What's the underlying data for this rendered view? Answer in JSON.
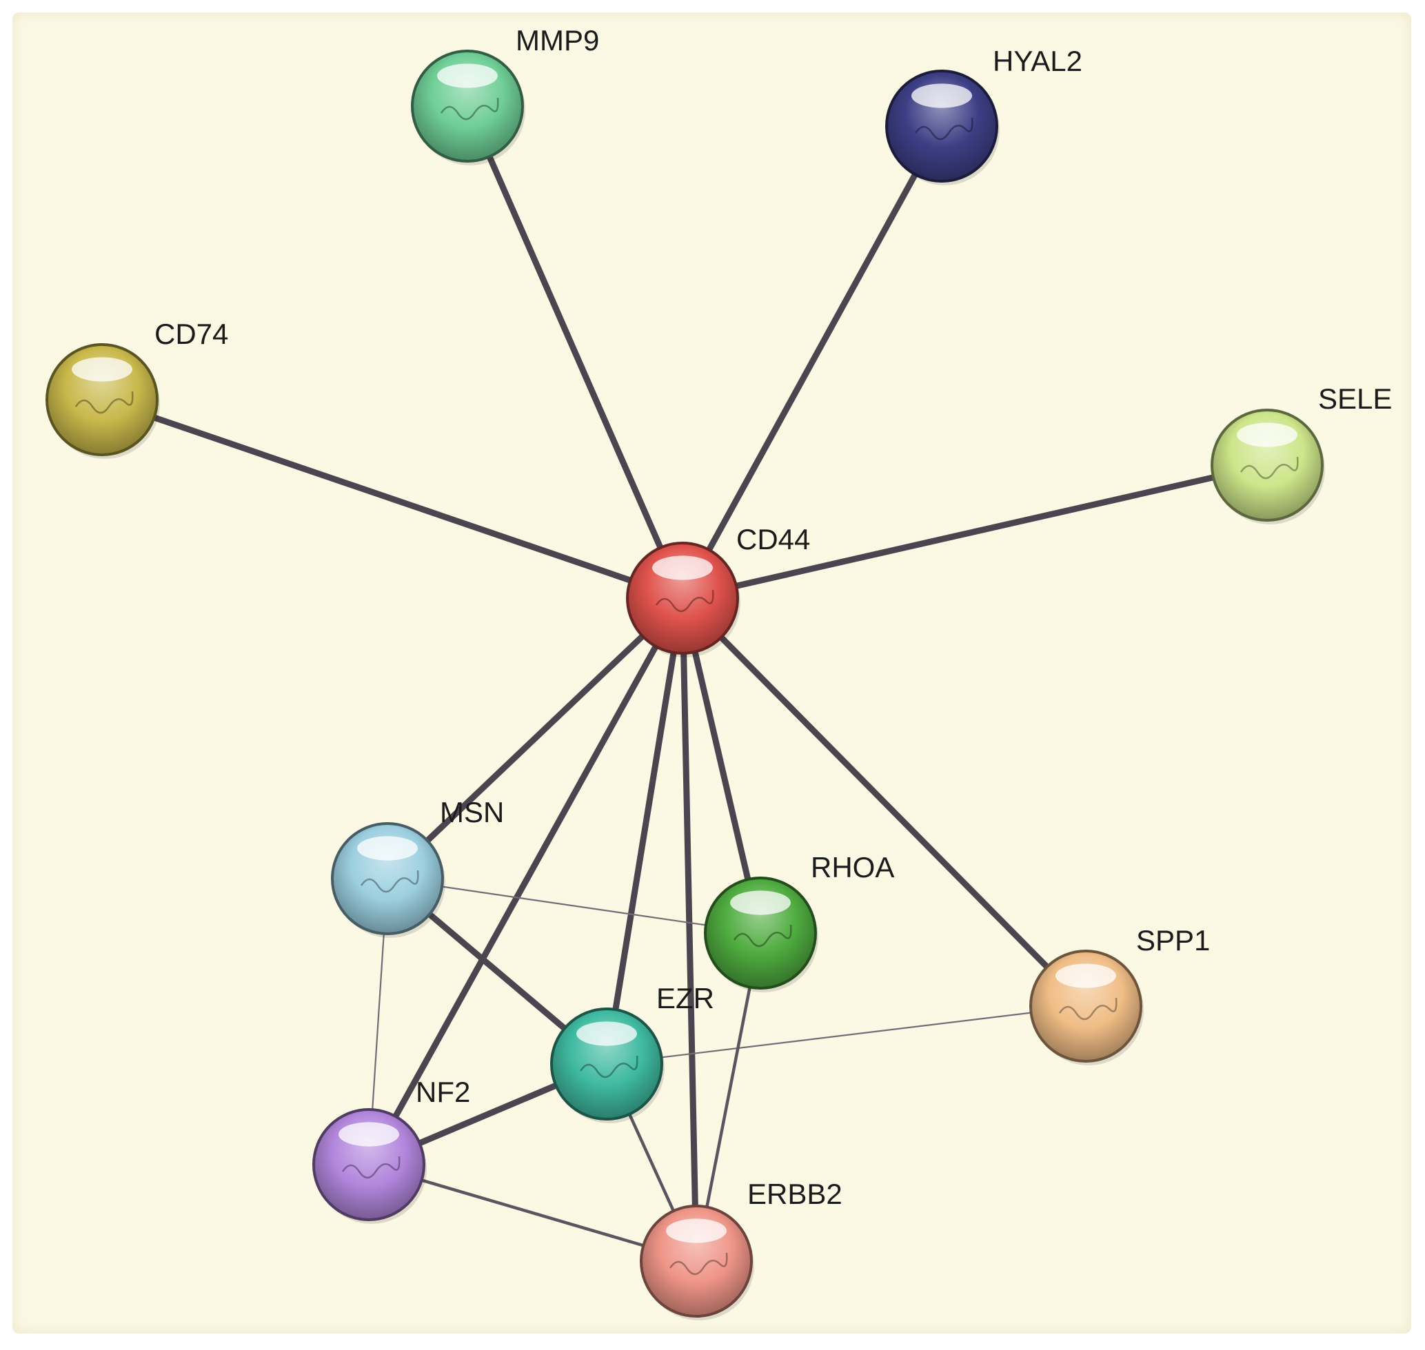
{
  "network": {
    "nodes": [
      {
        "id": "CD44",
        "label": "CD44",
        "color": "#e0524c"
      },
      {
        "id": "MMP9",
        "label": "MMP9",
        "color": "#6fce96"
      },
      {
        "id": "HYAL2",
        "label": "HYAL2",
        "color": "#3d3f86"
      },
      {
        "id": "CD74",
        "label": "CD74",
        "color": "#c9b84b"
      },
      {
        "id": "SELE",
        "label": "SELE",
        "color": "#cde58a"
      },
      {
        "id": "MSN",
        "label": "MSN",
        "color": "#9ccfe0"
      },
      {
        "id": "RHOA",
        "label": "RHOA",
        "color": "#4fab3f"
      },
      {
        "id": "SPP1",
        "label": "SPP1",
        "color": "#f0bd86"
      },
      {
        "id": "EZR",
        "label": "EZR",
        "color": "#3fbaa0"
      },
      {
        "id": "NF2",
        "label": "NF2",
        "color": "#b286dc"
      },
      {
        "id": "ERBB2",
        "label": "ERBB2",
        "color": "#ef9588"
      }
    ],
    "edges": [
      {
        "source": "CD44",
        "target": "MMP9",
        "strength": "strong"
      },
      {
        "source": "CD44",
        "target": "HYAL2",
        "strength": "strong"
      },
      {
        "source": "CD44",
        "target": "CD74",
        "strength": "strong"
      },
      {
        "source": "CD44",
        "target": "SELE",
        "strength": "strong"
      },
      {
        "source": "CD44",
        "target": "MSN",
        "strength": "strong"
      },
      {
        "source": "CD44",
        "target": "NF2",
        "strength": "strong"
      },
      {
        "source": "CD44",
        "target": "EZR",
        "strength": "strong"
      },
      {
        "source": "CD44",
        "target": "ERBB2",
        "strength": "strong"
      },
      {
        "source": "CD44",
        "target": "RHOA",
        "strength": "strong"
      },
      {
        "source": "CD44",
        "target": "SPP1",
        "strength": "strong"
      },
      {
        "source": "MSN",
        "target": "EZR",
        "strength": "strong"
      },
      {
        "source": "NF2",
        "target": "EZR",
        "strength": "strong"
      },
      {
        "source": "MSN",
        "target": "RHOA",
        "strength": "weak"
      },
      {
        "source": "MSN",
        "target": "NF2",
        "strength": "weak"
      },
      {
        "source": "EZR",
        "target": "SPP1",
        "strength": "weak"
      },
      {
        "source": "EZR",
        "target": "ERBB2",
        "strength": "medium"
      },
      {
        "source": "NF2",
        "target": "ERBB2",
        "strength": "medium"
      },
      {
        "source": "RHOA",
        "target": "ERBB2",
        "strength": "medium"
      }
    ]
  }
}
